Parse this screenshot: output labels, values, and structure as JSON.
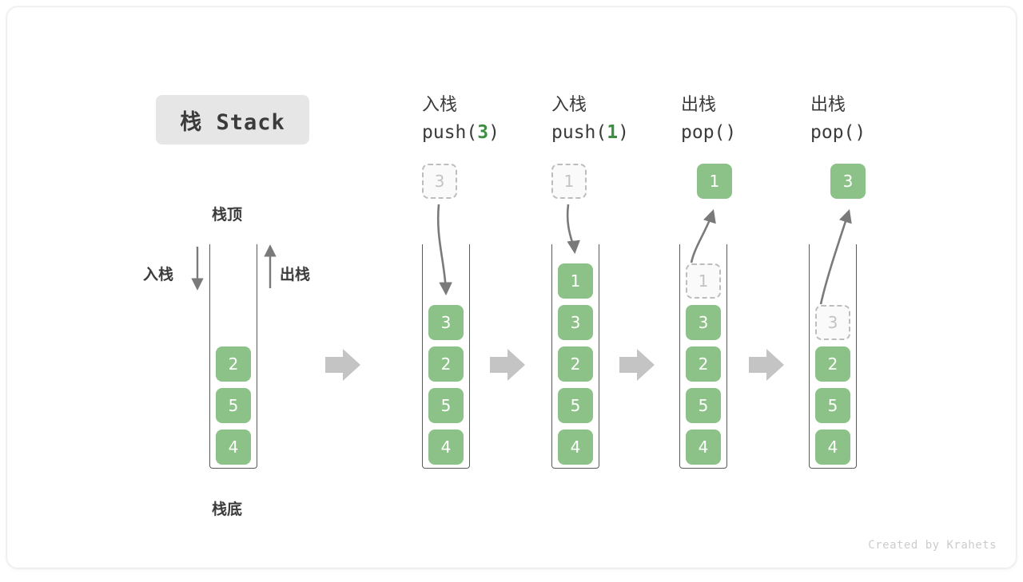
{
  "title_badge": {
    "label": "栈 Stack"
  },
  "footer": {
    "credit": "Created by Krahets"
  },
  "colors": {
    "cell_fill": "#8cc287",
    "cell_text": "#ffffff",
    "ghost_fill": "#fafafa",
    "ghost_border": "#bdbdbd",
    "ghost_text": "#c3c3c3",
    "tube_stroke": "#5a5a5a",
    "arrow_gray": "#7a7a7a",
    "transition_arrow": "#c4c4c4",
    "accent_green": "#3e8e41",
    "badge_bg": "#e6e6e6",
    "text_dark": "#3b3b3b",
    "footer_text": "#cccccc"
  },
  "legend": {
    "top_label": "栈顶",
    "bottom_label": "栈底",
    "push_label": "入栈",
    "pop_label": "出栈"
  },
  "columns": [
    {
      "id": "initial",
      "header_cn": "",
      "header_code": "",
      "cells": [
        {
          "value": "2",
          "state": "filled"
        },
        {
          "value": "5",
          "state": "filled"
        },
        {
          "value": "4",
          "state": "filled"
        }
      ],
      "floating": null
    },
    {
      "id": "push-3",
      "header_cn": "入栈",
      "header_code_pre": "push(",
      "header_code_num": "3",
      "header_code_post": ")",
      "cells": [
        {
          "value": "3",
          "state": "filled"
        },
        {
          "value": "2",
          "state": "filled"
        },
        {
          "value": "5",
          "state": "filled"
        },
        {
          "value": "4",
          "state": "filled"
        }
      ],
      "floating": {
        "value": "3",
        "state": "ghost",
        "direction": "in"
      }
    },
    {
      "id": "push-1",
      "header_cn": "入栈",
      "header_code_pre": "push(",
      "header_code_num": "1",
      "header_code_post": ")",
      "cells": [
        {
          "value": "1",
          "state": "filled"
        },
        {
          "value": "3",
          "state": "filled"
        },
        {
          "value": "2",
          "state": "filled"
        },
        {
          "value": "5",
          "state": "filled"
        },
        {
          "value": "4",
          "state": "filled"
        }
      ],
      "floating": {
        "value": "1",
        "state": "ghost",
        "direction": "in"
      }
    },
    {
      "id": "pop-1",
      "header_cn": "出栈",
      "header_code_pre": "pop(",
      "header_code_num": "",
      "header_code_post": ")",
      "cells": [
        {
          "value": "1",
          "state": "ghost"
        },
        {
          "value": "3",
          "state": "filled"
        },
        {
          "value": "2",
          "state": "filled"
        },
        {
          "value": "5",
          "state": "filled"
        },
        {
          "value": "4",
          "state": "filled"
        }
      ],
      "floating": {
        "value": "1",
        "state": "filled",
        "direction": "out"
      }
    },
    {
      "id": "pop-2",
      "header_cn": "出栈",
      "header_code_pre": "pop(",
      "header_code_num": "",
      "header_code_post": ")",
      "cells": [
        {
          "value": "3",
          "state": "ghost"
        },
        {
          "value": "2",
          "state": "filled"
        },
        {
          "value": "5",
          "state": "filled"
        },
        {
          "value": "4",
          "state": "filled"
        }
      ],
      "floating": {
        "value": "3",
        "state": "filled",
        "direction": "out"
      }
    }
  ]
}
